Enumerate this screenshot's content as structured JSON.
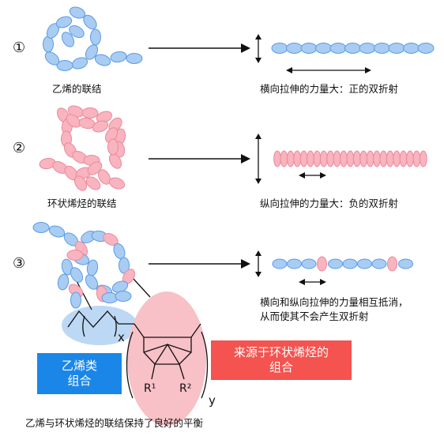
{
  "colors": {
    "blue_fill": "#a9ccf3",
    "blue_stroke": "#5b9be6",
    "pink_fill": "#f8b4bf",
    "pink_stroke": "#ec8a9b",
    "ethylene_box": "#1a86e8",
    "cycloolefin_box": "#f4534f",
    "blue_ellipse": "#bcd8f4",
    "pink_ellipse": "#f7c1c7",
    "line": "#111111"
  },
  "rows": [
    {
      "number": "①",
      "label": "乙烯的联结",
      "result": "横向拉伸的力量大：正的双折射"
    },
    {
      "number": "②",
      "label": "环状烯烃的联结",
      "result": "纵向拉伸的力量大：负的双折射"
    },
    {
      "number": "③",
      "result_line1": "横向和纵向拉伸的力量相互抵消，",
      "result_line2": "从而使其不会产生双折射"
    }
  ],
  "structure": {
    "subscript_x": "x",
    "subscript_y": "y",
    "r1": "R¹",
    "r2": "R²"
  },
  "boxes": {
    "ethylene_line1": "乙烯类",
    "ethylene_line2": "组合",
    "cycloolefin_line1": "来源于环状烯烃的",
    "cycloolefin_line2": "组合"
  },
  "caption": "乙烯与环状烯烃的联结保持了良好的平衡"
}
